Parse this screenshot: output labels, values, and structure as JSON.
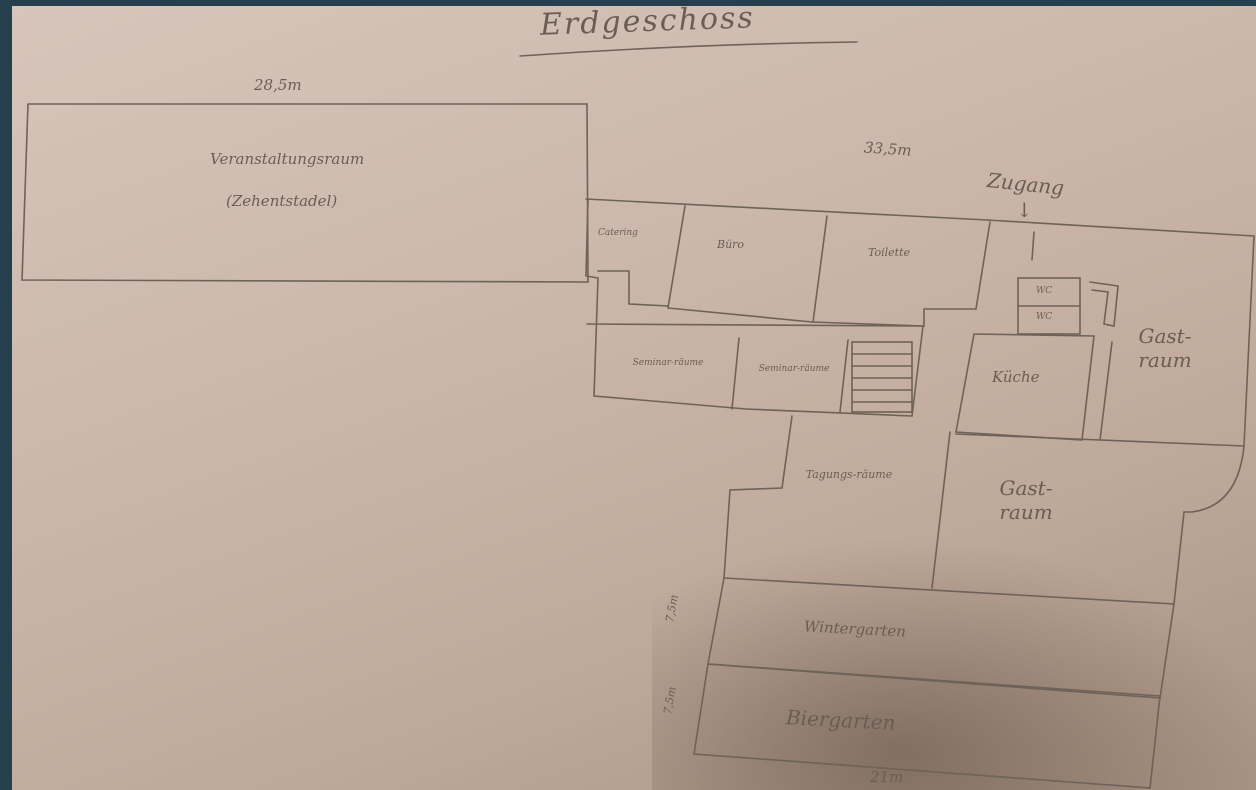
{
  "title": "Erdgeschoss",
  "dimensions": {
    "top_left": "28,5m",
    "top_right": "33,5m",
    "side_wintergarten": "7,5m",
    "side_biergarten": "7,5m",
    "bottom": "21m"
  },
  "entrance": "Zugang",
  "rooms": {
    "veranstaltung": "Veranstaltungsraum",
    "veranstaltung_sub": "(Zehentstadel)",
    "catering": "Catering",
    "buero": "Büro",
    "toilette": "Toilette",
    "seminar1": "Seminar-räume",
    "seminar2": "Seminar-räume",
    "kueche": "Küche",
    "gastraum1": "Gast-raum",
    "gastraum2": "Gast-raum",
    "tagungsraum": "Tagungs-räume",
    "wintergarten": "Wintergarten",
    "biergarten": "Biergarten",
    "wc_top": "WC",
    "wc_bottom": "WC"
  }
}
